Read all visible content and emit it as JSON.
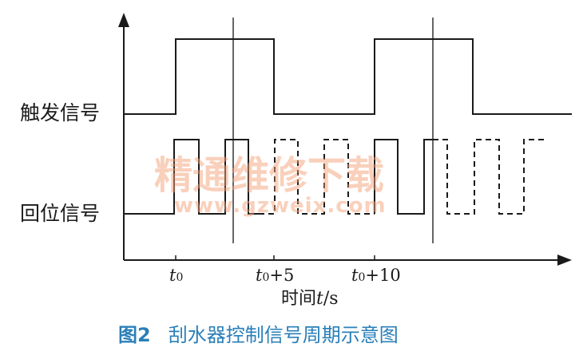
{
  "diagram": {
    "row_labels": {
      "trigger": "触发信号",
      "reset": "回位信号"
    },
    "x_ticks": {
      "t0": {
        "sym": "t",
        "sub": "0",
        "suffix": ""
      },
      "t5": {
        "sym": "t",
        "sub": "0",
        "suffix": "+5"
      },
      "t10": {
        "sym": "t",
        "sub": "0",
        "suffix": "+10"
      }
    },
    "x_axis": {
      "prefix": "时间",
      "var": "t",
      "suffix": "/s"
    },
    "caption": {
      "num": "图2",
      "text": "刮水器控制信号周期示意图"
    },
    "watermark": {
      "cn": "精通维修下载",
      "url": "www.gzweix.com"
    },
    "colors": {
      "line": "#1a1a1a",
      "caption": "#2a7fb8",
      "watermark": "#f4a27a"
    }
  }
}
